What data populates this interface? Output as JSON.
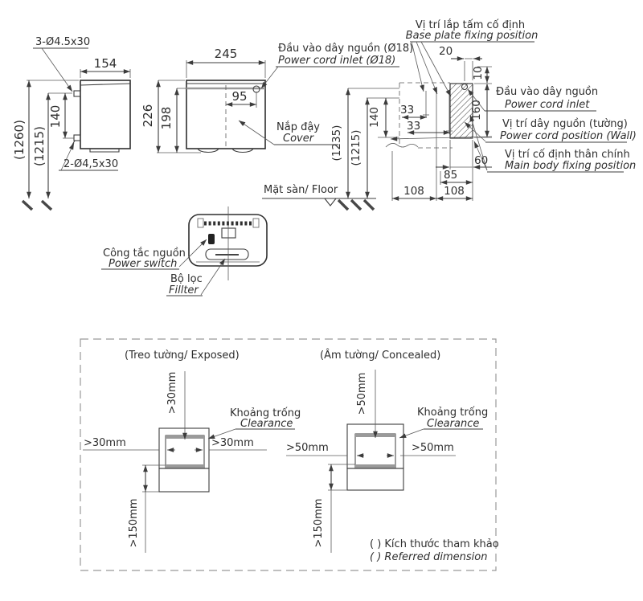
{
  "colors": {
    "line": "#3c3c3c",
    "text": "#2e2e2e",
    "gray_bar": "#9a9a9a",
    "background": "#ffffff"
  },
  "side": {
    "screw_top": "3-Ø4.5x30",
    "screw_bottom": "2-Ø4,5x30",
    "w": "154",
    "h1": "(1260)",
    "h2": "(1215)",
    "hook": "140"
  },
  "front": {
    "w": "245",
    "h1": "226",
    "h2": "198",
    "inlet_off": "95",
    "inlet_vi": "Đầu vào dây nguồn (Ø18)",
    "inlet_en": "Power cord inlet (Ø18)",
    "cover_vi": "Nắp đậy",
    "cover_en": "Cover",
    "floor": "Mặt sàn/ Floor"
  },
  "wall": {
    "fix_vi": "Vị trí lắp tấm cố định",
    "fix_en": "Base plate fixing position",
    "d20": "20",
    "d10": "10",
    "d160": "160",
    "d33a": "33",
    "d33b": "33",
    "d140": "140",
    "d1235": "(1235)",
    "d1215": "(1215)",
    "d60": "60",
    "d85": "85",
    "d108a": "108",
    "d108b": "108",
    "inlet_vi": "Đầu vào dây nguồn",
    "inlet_en": "Power cord inlet",
    "wallpos_vi": "Vị trí dây nguồn (tường)",
    "wallpos_en": "Power cord position (Wall)",
    "body_vi": "Vị trí cố định thân chính",
    "body_en": "Main body fixing position"
  },
  "bottom": {
    "switch_vi": "Công tắc nguồn",
    "switch_en": "Power switch",
    "filter_vi": "Bộ lọc",
    "filter_en": "Fillter"
  },
  "clr": {
    "t_exposed": "(Treo tường/ Exposed)",
    "t_concealed": "(Âm tường/ Concealed)",
    "vi": "Khoảng trống",
    "en": "Clearance",
    "e30": ">30mm",
    "e150": ">150mm",
    "c50": ">50mm",
    "c150": ">150mm",
    "note_vi": "( ) Kích thước tham khảo",
    "note_en": "( ) Referred dimension"
  }
}
